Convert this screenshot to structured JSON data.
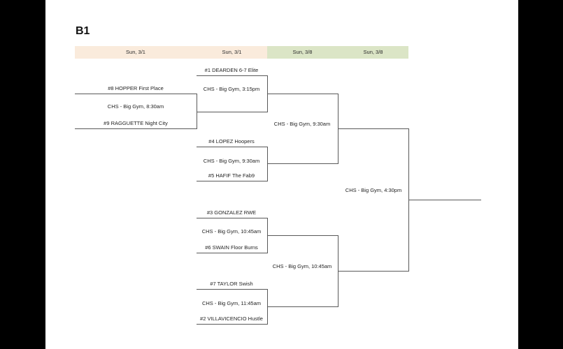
{
  "title": "B1",
  "colors": {
    "page_letterbox": "#000000",
    "sheet_background": "#ffffff",
    "header_march1": "#faebdc",
    "header_march8": "#dbe5c6",
    "bracket_line": "#595959",
    "text": "#1f1f1f"
  },
  "header": {
    "columns": [
      {
        "label": "Sun, 3/1"
      },
      {
        "label": "Sun, 3/1"
      },
      {
        "label": "Sun, 3/8"
      },
      {
        "label": "Sun, 3/8"
      }
    ]
  },
  "bracket": {
    "playin": {
      "team_top": "#8 HOPPER First Place",
      "team_bottom": "#9 RAGGUETTE Night City",
      "info": "CHS - Big Gym, 8:30am"
    },
    "quarterfinals": [
      {
        "team_top": "#1 DEARDEN 6-7 Elite",
        "info": "CHS - Big Gym, 3:15pm"
      },
      {
        "team_top": "#4 LOPEZ Hoopers",
        "team_bottom": "#5 HAFIF The Fab9",
        "info": "CHS - Big Gym, 9:30am"
      },
      {
        "team_top": "#3 GONZALEZ RWE",
        "team_bottom": "#6 SWAIN Floor Burns",
        "info": "CHS - Big Gym, 10:45am"
      },
      {
        "team_top": "#7 TAYLOR Swish",
        "team_bottom": "#2 VILLAVICENCIO Hustle",
        "info": "CHS - Big Gym, 11:45am"
      }
    ],
    "semifinals": [
      {
        "info": "CHS - Big Gym, 9:30am"
      },
      {
        "info": "CHS - Big Gym, 10:45am"
      }
    ],
    "final": {
      "info": "CHS - Big Gym, 4:30pm"
    }
  }
}
